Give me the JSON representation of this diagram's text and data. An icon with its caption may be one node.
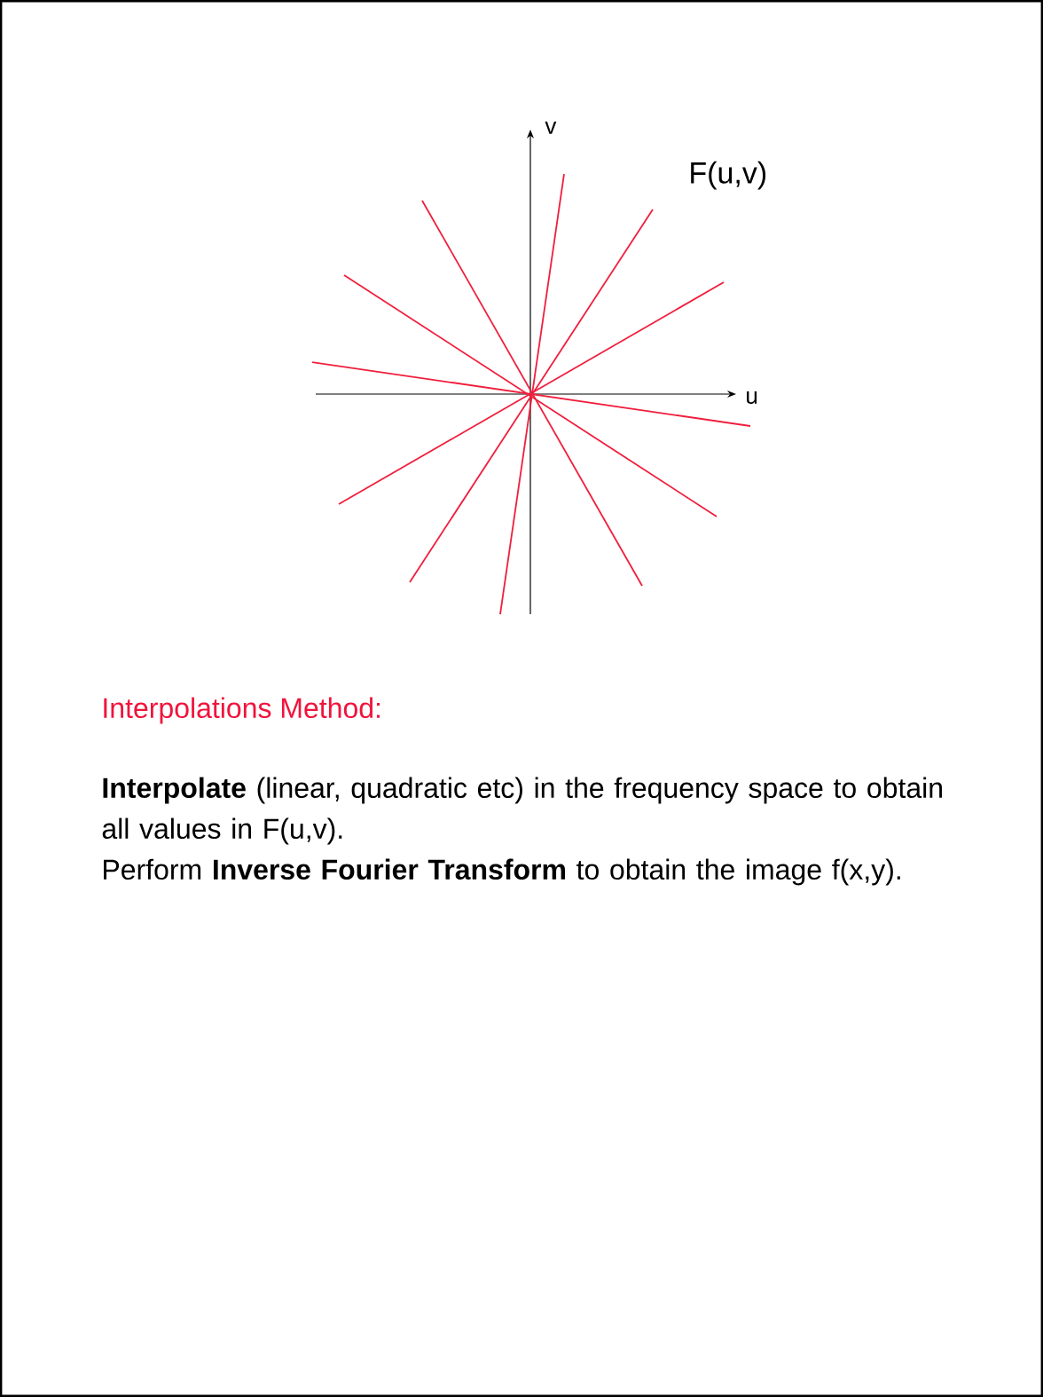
{
  "diagram": {
    "labels": [
      "v",
      "F(u,v)",
      "u",
      "Interpolations Method:",
      "**Interpolate** (linear, quadratic etc) in the frequency space to obtain all values in F(u,v).",
      "Perform **Inverse Fourier Transform** to obtain the image f(x,y)."
    ]
  }
}
